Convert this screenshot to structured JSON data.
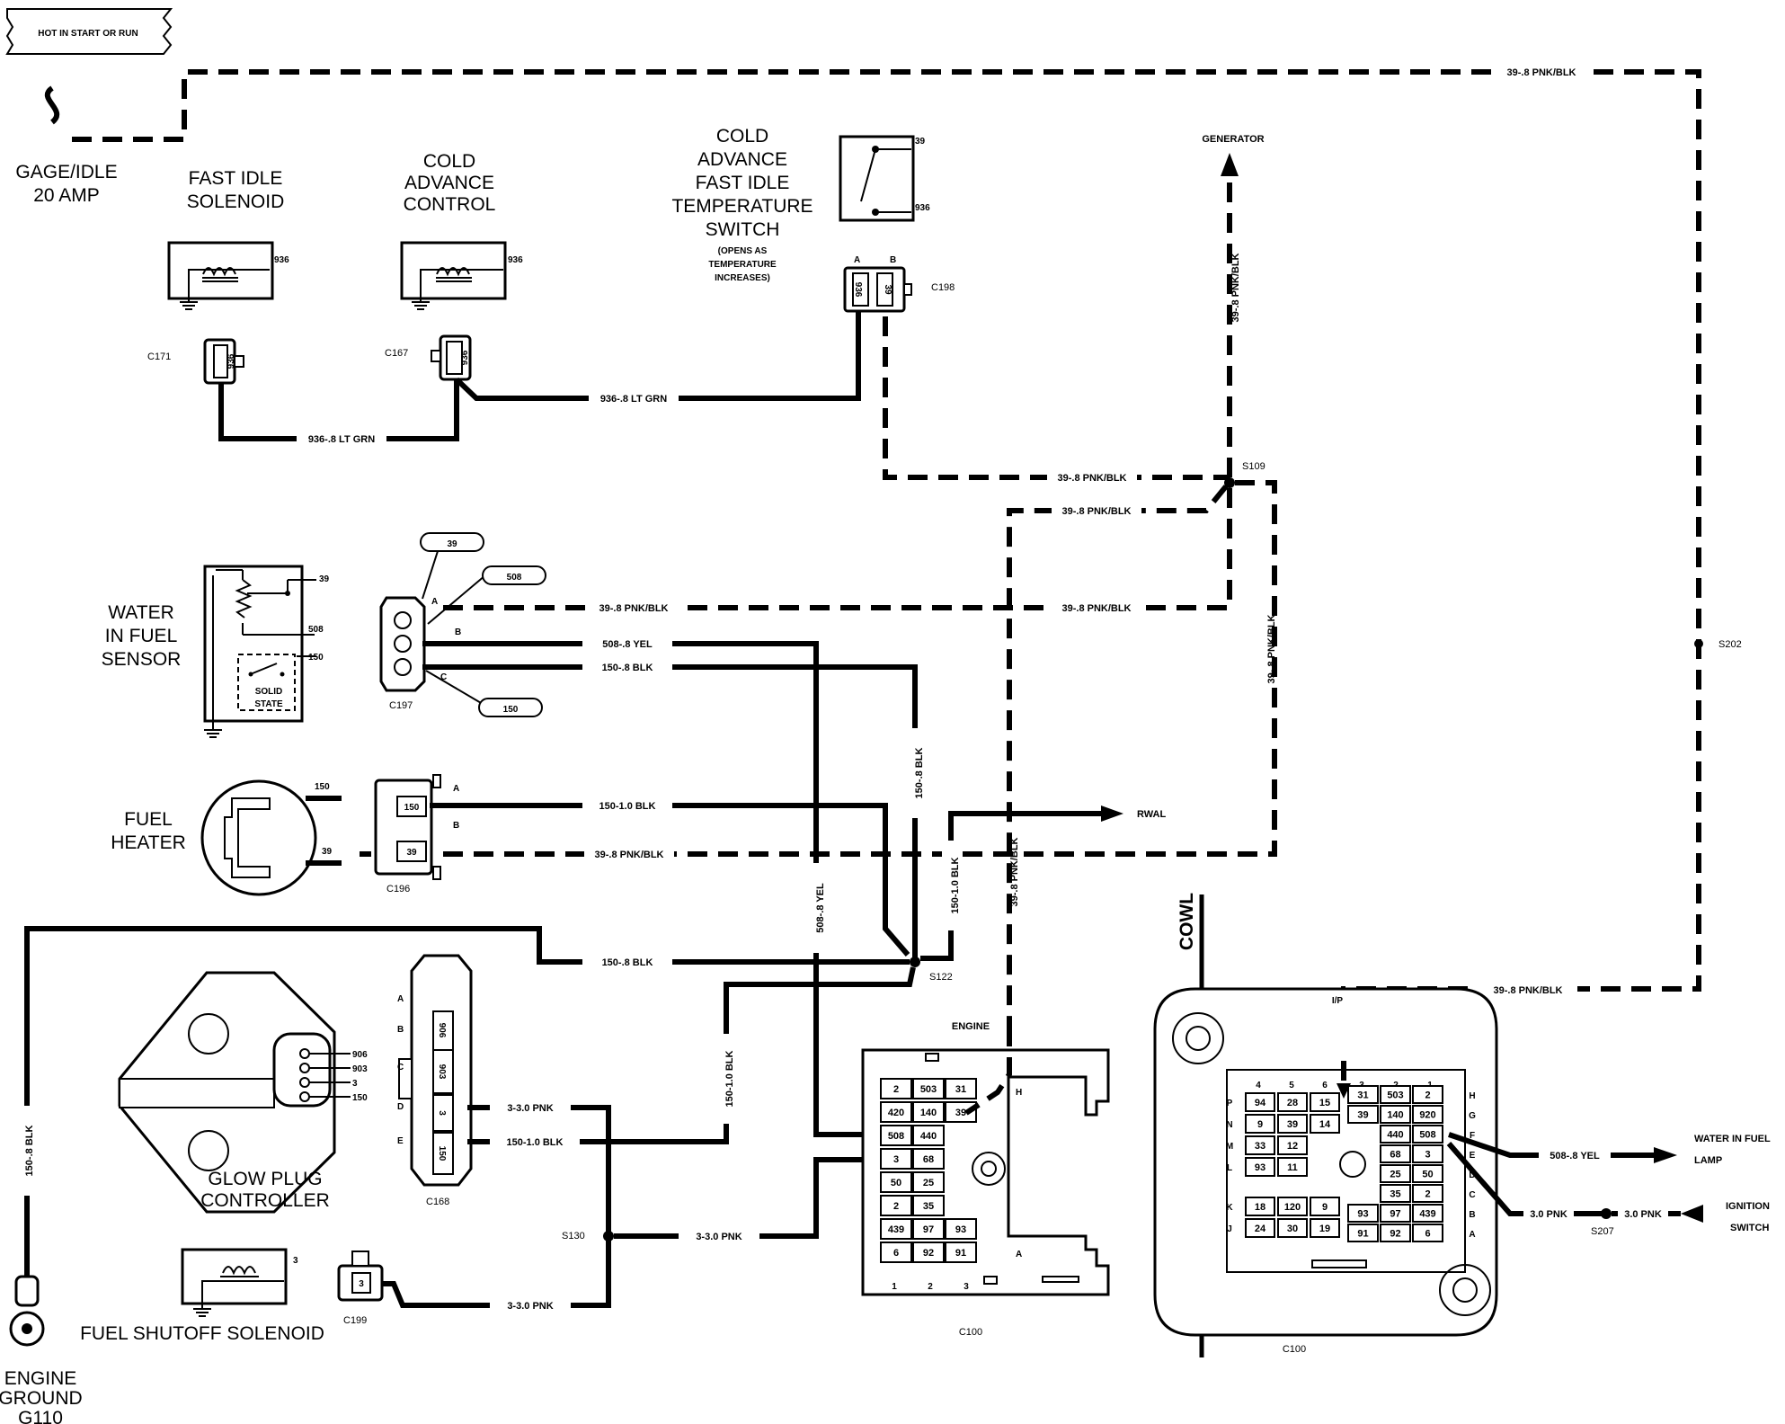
{
  "banner": "HOT IN START OR RUN",
  "components": {
    "fuse": [
      "GAGE/IDLE",
      "20 AMP"
    ],
    "fast_idle": [
      "FAST IDLE",
      "SOLENOID"
    ],
    "cold_advance": [
      "COLD",
      "ADVANCE",
      "CONTROL"
    ],
    "temp_switch": [
      "COLD",
      "ADVANCE",
      "FAST IDLE",
      "TEMPERATURE",
      "SWITCH"
    ],
    "temp_switch_note": [
      "(OPENS AS",
      "TEMPERATURE",
      "INCREASES)"
    ],
    "wif": [
      "WATER",
      "IN FUEL",
      "SENSOR"
    ],
    "solid_state": [
      "SOLID",
      "STATE"
    ],
    "fuel_heater": [
      "FUEL",
      "HEATER"
    ],
    "glow_plug": [
      "GLOW PLUG",
      "CONTROLLER"
    ],
    "fuel_shutoff": "FUEL SHUTOFF SOLENOID",
    "ground": [
      "ENGINE",
      "GROUND",
      "G110"
    ],
    "engine": "ENGINE",
    "cowl": "COWL",
    "ip": "I/P",
    "generator": "GENERATOR",
    "rwal": "RWAL",
    "wif_lamp": [
      "WATER IN FUEL",
      "LAMP"
    ],
    "ign_switch": [
      "IGNITION",
      "SWITCH"
    ]
  },
  "connectors": {
    "c171": "C171",
    "c167": "C167",
    "c198": "C198",
    "c197": "C197",
    "c196": "C196",
    "c168": "C168",
    "c199": "C199",
    "c100": "C100"
  },
  "splices": {
    "s109": "S109",
    "s202": "S202",
    "s122": "S122",
    "s130": "S130",
    "s207": "S207"
  },
  "wires": {
    "pnk39": "39-.8 PNK/BLK",
    "ltgrn936": "936-.8 LT GRN",
    "yel508": "508-.8 YEL",
    "blk150_8": "150-.8 BLK",
    "blk150_10": "150-1.0 BLK",
    "pnk3_30": "3-3.0 PNK",
    "pnk3_30b": "3.0 PNK"
  },
  "pins": {
    "n39": "39",
    "n936": "936",
    "n508": "508",
    "n150": "150",
    "n3": "3",
    "n906": "906",
    "n903": "903",
    "A": "A",
    "B": "B",
    "C": "C",
    "D": "D",
    "E": "E",
    "H": "H"
  },
  "c100_engine": {
    "rows": [
      [
        "2",
        "503",
        "31"
      ],
      [
        "420",
        "140",
        "39"
      ],
      [
        "508",
        "440",
        ""
      ],
      [
        "3",
        "68",
        ""
      ],
      [
        "50",
        "25",
        ""
      ],
      [
        "2",
        "35",
        ""
      ],
      [
        "439",
        "97",
        "93"
      ],
      [
        "6",
        "92",
        "91"
      ]
    ],
    "cols": [
      "1",
      "2",
      "3"
    ]
  },
  "c100_ip": {
    "left_rows": [
      [
        "94",
        "28",
        "15"
      ],
      [
        "9",
        "39",
        "14"
      ],
      [
        "33",
        "12",
        ""
      ],
      [
        "93",
        "11",
        ""
      ],
      [
        "18",
        "120",
        "9"
      ],
      [
        "24",
        "30",
        "19"
      ]
    ],
    "right_rows": [
      [
        "31",
        "503",
        "2"
      ],
      [
        "39",
        "140",
        "920"
      ],
      [
        "",
        "440",
        "508"
      ],
      [
        "",
        "68",
        "3"
      ],
      [
        "",
        "25",
        "50"
      ],
      [
        "",
        "35",
        "2"
      ],
      [
        "93",
        "97",
        "439"
      ],
      [
        "91",
        "92",
        "6"
      ]
    ],
    "left_letters": [
      "P",
      "N",
      "M",
      "L",
      "K",
      "J"
    ],
    "right_letters": [
      "H",
      "G",
      "F",
      "E",
      "D",
      "C",
      "B",
      "A"
    ],
    "cols": [
      "4",
      "5",
      "6",
      "3",
      "2",
      "1"
    ]
  }
}
